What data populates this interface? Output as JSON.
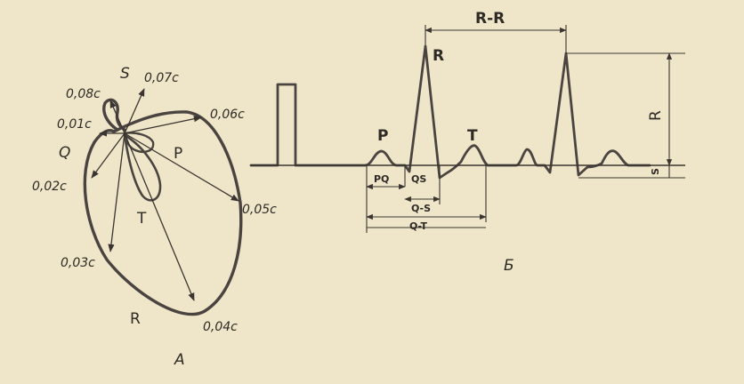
{
  "vectorcardiogram": {
    "caption": "А",
    "time_labels": [
      "0,01с",
      "0,02с",
      "0,03с",
      "0,04с",
      "0,05с",
      "0,06с",
      "0,07с",
      "0,08с"
    ],
    "loop_labels": {
      "p": "P",
      "t": "T",
      "q": "Q",
      "s": "S",
      "r": "R"
    }
  },
  "ecg": {
    "caption": "Б",
    "wave_labels": {
      "p": "P",
      "r": "R",
      "t": "T"
    },
    "interval_labels": {
      "rr": "R-R",
      "pq": "PQ",
      "qs": "QS",
      "qs_segment": "Q-S",
      "qt": "Q-T",
      "r_amplitude": "R",
      "s_amplitude": "S"
    }
  },
  "colors": {
    "paper": "#efe6c9",
    "ink": "#3a3530"
  }
}
